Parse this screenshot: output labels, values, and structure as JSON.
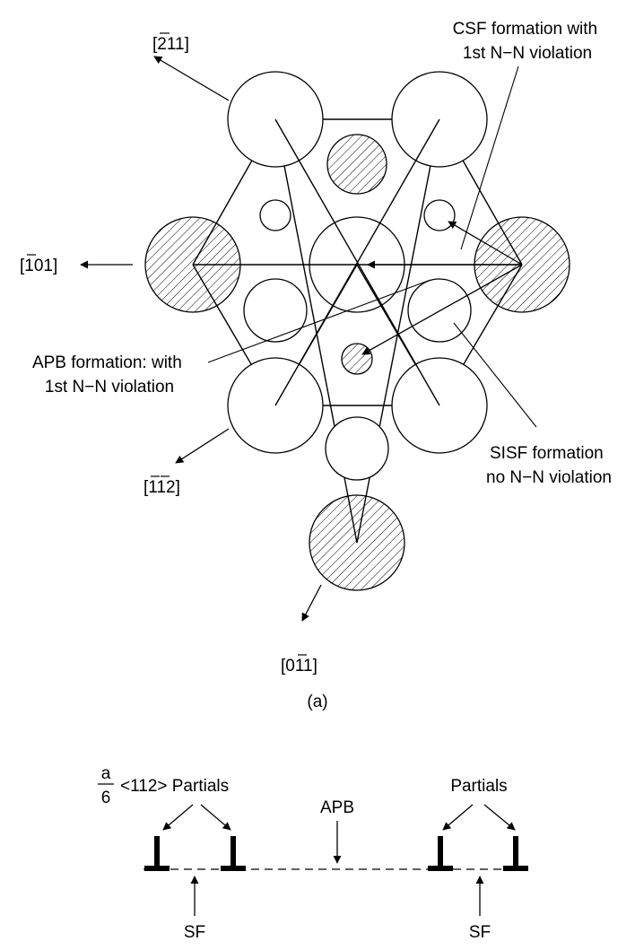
{
  "part_a": {
    "label": "(a)",
    "directions": {
      "d211": {
        "open": "[",
        "bar": "2",
        "rest": "11]"
      },
      "d101": {
        "open": "[",
        "bar": "1",
        "rest": "01]"
      },
      "d112": {
        "open": "[",
        "bar1": "1",
        "bar2": "1",
        "rest": "2]"
      },
      "d011": {
        "open": "[0",
        "bar": "1",
        "rest": "1]"
      }
    },
    "annotations": {
      "csf": [
        "CSF formation with",
        "1st N−N violation"
      ],
      "apb": [
        "APB formation: with",
        "1st N−N violation"
      ],
      "sisf": [
        "SISF formation",
        "no N−N violation"
      ]
    }
  },
  "part_b": {
    "fraction_num": "a",
    "fraction_den": "6",
    "partials_left": "<112> Partials",
    "partials_right": "Partials",
    "apb": "APB",
    "sf_left": "SF",
    "sf_right": "SF"
  }
}
